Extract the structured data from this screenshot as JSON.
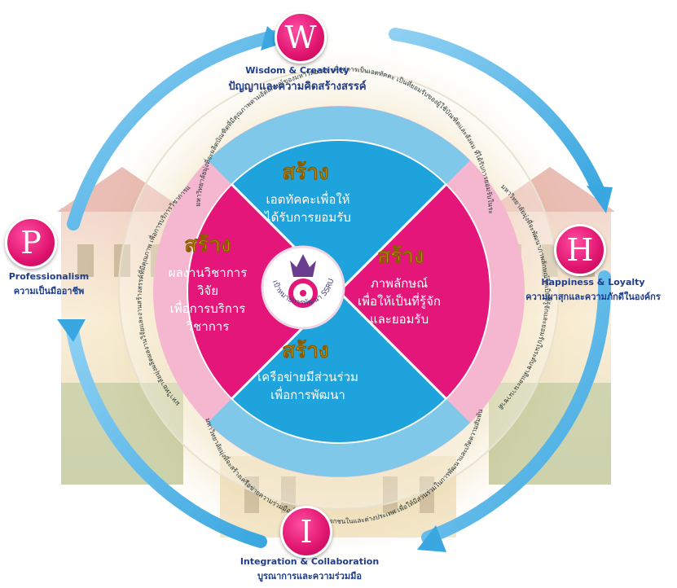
{
  "nodes": {
    "wisdom": {
      "letter": "W",
      "en": "Wisdom & Creativity",
      "th": "ปัญญาและความคิดสร้างสรรค์"
    },
    "happiness": {
      "letter": "H",
      "en": "Happiness & Loyalty",
      "th": "ความผาสุกและความภักดีในองค์กร"
    },
    "integration": {
      "letter": "I",
      "en": "Integration & Collaboration",
      "th": "บูรณาการและความร่วมมือ"
    },
    "professionalism": {
      "letter": "P",
      "en": "Professionalism",
      "th": "ความเป็นมืออาชีพ"
    }
  },
  "quadrants": {
    "top": {
      "heading": "สร้าง",
      "lines": [
        "เอตทัคคะเพื่อให้",
        "ได้รับการยอมรับ"
      ]
    },
    "right": {
      "heading": "สร้าง",
      "lines": [
        "ภาพลักษณ์",
        "เพื่อให้เป็นที่รู้จัก",
        "และยอมรับ"
      ]
    },
    "bottom": {
      "heading": "สร้าง",
      "lines": [
        "เครือข่ายมีส่วนร่วม",
        "เพื่อการพัฒนา"
      ]
    },
    "left": {
      "heading": "สร้าง",
      "lines": [
        "ผลงานวิชาการ",
        "วิจัย",
        "เพื่อการบริการ",
        "วิชาการ"
      ]
    }
  },
  "center": {
    "caption": "เป้าหมายการพัฒนา SSRU 2020"
  },
  "ring_text": {
    "top": "มหาวิทยาลัยมุ่งที่จะผลิตบัณฑิตที่มีคุณภาพตามอัตลักษณ์ของมหาวิทยาลัย เพื่อสู่การเป็นเอตทัคคะ เป็นที่ยอมรับของผู้ใช้บัณฑิตและสังคม ที่ได้รับการยอมรับในระดับชาติและนานาชาติ",
    "bottom": "มหาวิทยาลัยมุ่งที่จะสร้างเครือข่ายความร่วมมือทั้งภาครัฐและเอกชนในและต่างประเทศ เพื่อให้มีส่วนร่วมในการพัฒนาและเกิดความสัมพันธ์ที่ดีกับมหาวิทยาลัย",
    "left": "มหาวิทยาลัยมุ่งผลิตผลงานวิจัยและงานสร้างสรรค์ที่มีคุณภาพ เพื่อการบริการวิชาการแก่สังคมและชุมชนอย่างยั่งยืน",
    "right": "มหาวิทยาลัยมุ่งที่จะพัฒนาภาพลักษณ์ให้เป็นที่รู้จักและยอมรับในระดับชาติและนานาชาติ"
  },
  "colors": {
    "pink": "#e5167a",
    "blue": "#1fa3dc",
    "gold": "#f2c200",
    "arrow": "#4db2e6"
  }
}
